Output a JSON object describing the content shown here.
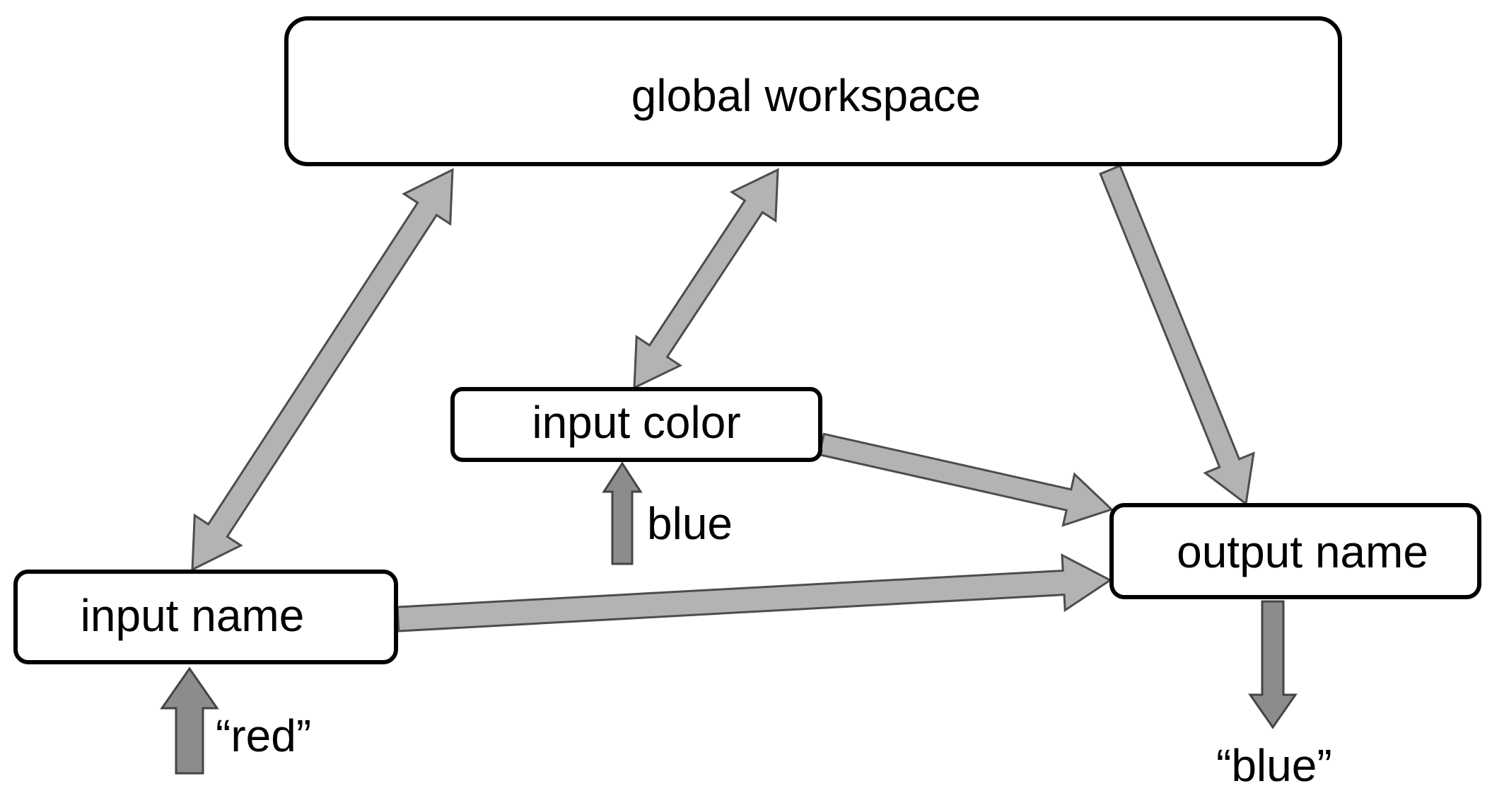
{
  "nodes": {
    "global_workspace": "global workspace",
    "input_color": "input color",
    "input_name": "input name",
    "output_name": "output name"
  },
  "io_labels": {
    "color_input": "blue",
    "name_input": "“red”",
    "name_output": "“blue”"
  },
  "colors": {
    "connection_fill": "#b3b3b3",
    "io_arrow_fill": "#8c8c8c",
    "outline": "#000000"
  }
}
